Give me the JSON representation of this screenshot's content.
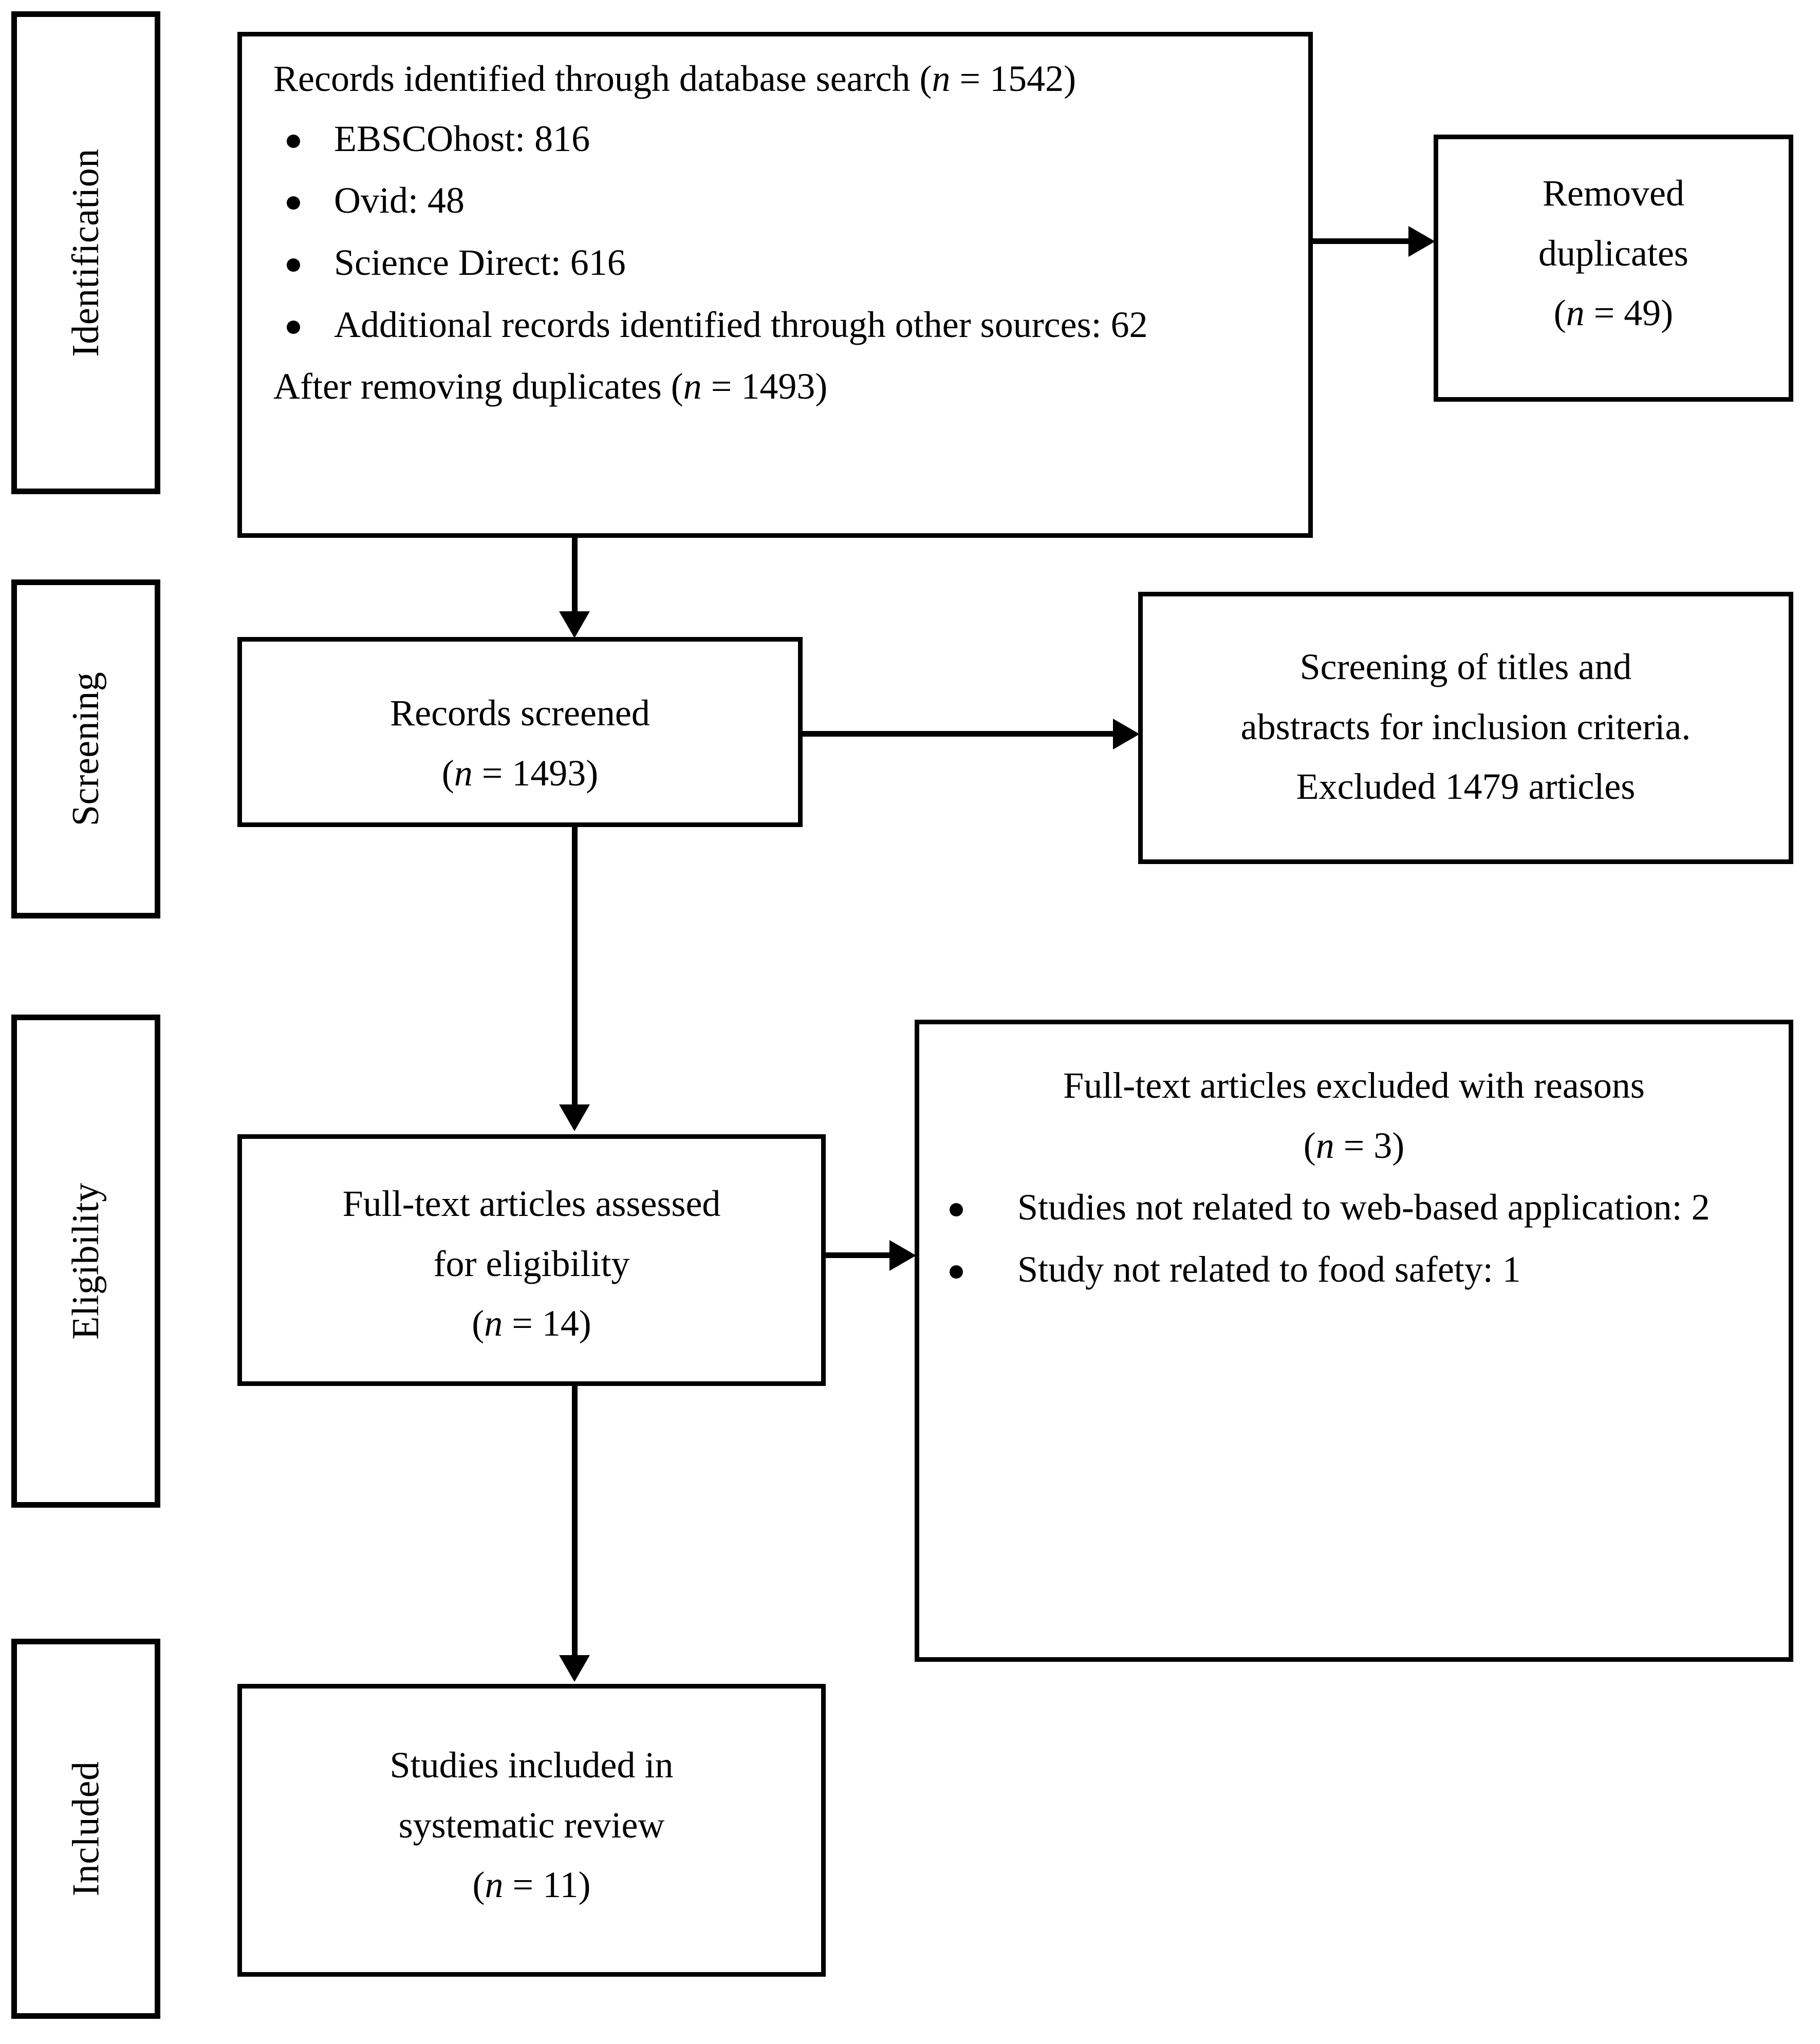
{
  "diagram": {
    "title": "PRISMA flow diagram",
    "stages": [
      {
        "id": "identification",
        "label": "Identification"
      },
      {
        "id": "screening",
        "label": "Screening"
      },
      {
        "id": "eligibility",
        "label": "Eligibility"
      },
      {
        "id": "included",
        "label": "Included"
      }
    ],
    "boxes": {
      "records_identified": {
        "heading_prefix": "Records identified through database search (",
        "heading_n": "n",
        "heading_suffix": " = 1542)",
        "heading_full": "Records identified through database search (n = 1542)",
        "bullets": [
          "EBSCOhost: 816",
          "Ovid: 48",
          "Science Direct: 616",
          "Additional records identified through other sources: 62"
        ],
        "footer_prefix": "After removing duplicates (",
        "footer_n": "n",
        "footer_suffix": " = 1493)",
        "footer_full": "After removing duplicates (n = 1493)"
      },
      "removed_duplicates": {
        "line1": "Removed",
        "line2": "duplicates",
        "count_prefix": "(",
        "count_n": "n",
        "count_suffix": " = 49)",
        "count_full": "(n = 49)"
      },
      "records_screened": {
        "line1": "Records screened",
        "count_prefix": "(",
        "count_n": "n",
        "count_suffix": " = 1493)",
        "count_full": "(n = 1493)"
      },
      "screening_criteria": {
        "line1": "Screening of titles and",
        "line2": "abstracts for inclusion criteria.",
        "line3": "Excluded 1479 articles"
      },
      "fulltext_assessed": {
        "line1": "Full-text articles assessed",
        "line2": "for eligibility",
        "count_prefix": "(",
        "count_n": "n",
        "count_suffix": " = 14)",
        "count_full": "(n = 14)"
      },
      "fulltext_excluded": {
        "heading": "Full-text articles excluded with reasons",
        "count_prefix": "(",
        "count_n": "n",
        "count_suffix": " = 3)",
        "count_full": "(n = 3)",
        "bullets": [
          "Studies not related to web-based application: 2",
          "Study not related to food safety: 1"
        ]
      },
      "studies_included": {
        "line1": "Studies included in",
        "line2": "systematic review",
        "count_prefix": "(",
        "count_n": "n",
        "count_suffix": " = 11)",
        "count_full": "(n = 11)"
      }
    },
    "colors": {
      "stroke": "#000000",
      "background": "#ffffff",
      "text": "#000000"
    }
  }
}
